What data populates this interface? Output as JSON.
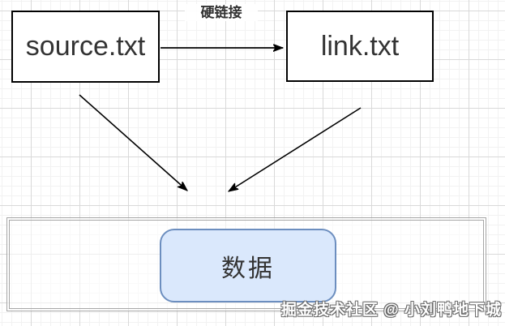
{
  "nodes": {
    "source": {
      "label": "source.txt"
    },
    "link": {
      "label": "link.txt"
    },
    "data": {
      "label": "数据"
    }
  },
  "edges": {
    "hardlink": {
      "label": "硬链接",
      "from": "source.txt",
      "to": "link.txt"
    },
    "source_to_data": {
      "label": "",
      "from": "source.txt",
      "to": "数据"
    },
    "link_to_data": {
      "label": "",
      "from": "link.txt",
      "to": "数据"
    }
  },
  "watermark": {
    "text": "掘金技术社区 @ 小刘鸭地下城"
  },
  "colors": {
    "node_border": "#000000",
    "node_fill": "#ffffff",
    "node_text": "#333333",
    "data_fill": "#dae8fc",
    "data_border": "#6c8ebf",
    "arrow": "#000000",
    "grid_major": "#d9d9d9",
    "grid_minor": "#f2f2f2",
    "container_border": "#a6a6a6",
    "watermark_text": "#ffffff",
    "watermark_outline": "#6b6b6b"
  }
}
